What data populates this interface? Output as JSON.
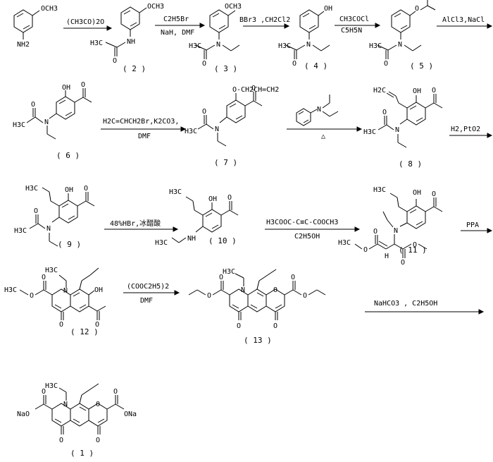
{
  "compounds": {
    "c1": {
      "label": "( 1 )",
      "atoms": {
        "et": "H3C",
        "na1": "NaO",
        "na2": "ONa",
        "o1": "O",
        "o2": "O",
        "o3": "O",
        "o4": "O",
        "n": "N",
        "pr": "",
        "o5": "O"
      }
    },
    "c2": {
      "label": "( 2 )"
    },
    "c3": {
      "label": "( 3 )"
    },
    "c4": {
      "label": "( 4 )"
    },
    "c5": {
      "label": "( 5 )"
    },
    "c6": {
      "label": "( 6 )"
    },
    "c7": {
      "label": "( 7 )"
    },
    "c8": {
      "label": "( 8 )"
    },
    "c9": {
      "label": "( 9 )"
    },
    "c10": {
      "label": "( 10 )"
    },
    "c11": {
      "label": "( 11 )"
    },
    "c12": {
      "label": "( 12 )"
    },
    "c13": {
      "label": "( 13 )"
    }
  },
  "reagents": {
    "r1": "(CH3CO)2O",
    "r2a": "C2H5Br",
    "r2b": "NaH, DMF",
    "r3": "BBr3 ,CH2Cl2",
    "r4a": "CH3COCl",
    "r4b": "C5H5N",
    "r5": "AlCl3,NaCl",
    "r6a": "H2C=CHCH2Br,K2CO3,",
    "r6b": "DMF",
    "r7b": "△",
    "r8": "H2,PtO2",
    "r9": "48%HBr,冰醋酸",
    "r10a": "H3COOC-C≡C-COOCH3",
    "r10b": "C2H5OH",
    "r11": "PPA",
    "r12a": "(COOC2H5)2",
    "r12b": "DMF",
    "r13": "NaHCO3 , C2H5OH"
  },
  "atoms": {
    "och3": "OCH3",
    "nh2": "NH2",
    "nh": "NH",
    "n": "N",
    "oh": "OH",
    "o": "O",
    "h3c": "H3C",
    "h": "H",
    "och2ch": "O-CH2CH=CH2",
    "h2c": "H2C"
  }
}
